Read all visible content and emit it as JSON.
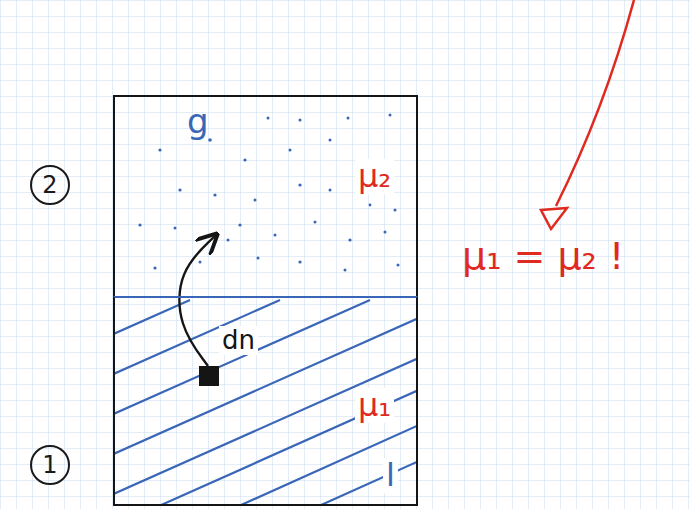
{
  "diagram": {
    "nodes": [
      {
        "text": [
          "g",
          "μ₂"
        ]
      },
      {
        "text": [
          "dn",
          "μ₁",
          "l"
        ]
      }
    ],
    "edges": [
      {
        "from": 1,
        "to": 0,
        "arrow": "to"
      }
    ],
    "labels": [
      "2",
      "1",
      "μ₁ = μ₂ !"
    ]
  }
}
